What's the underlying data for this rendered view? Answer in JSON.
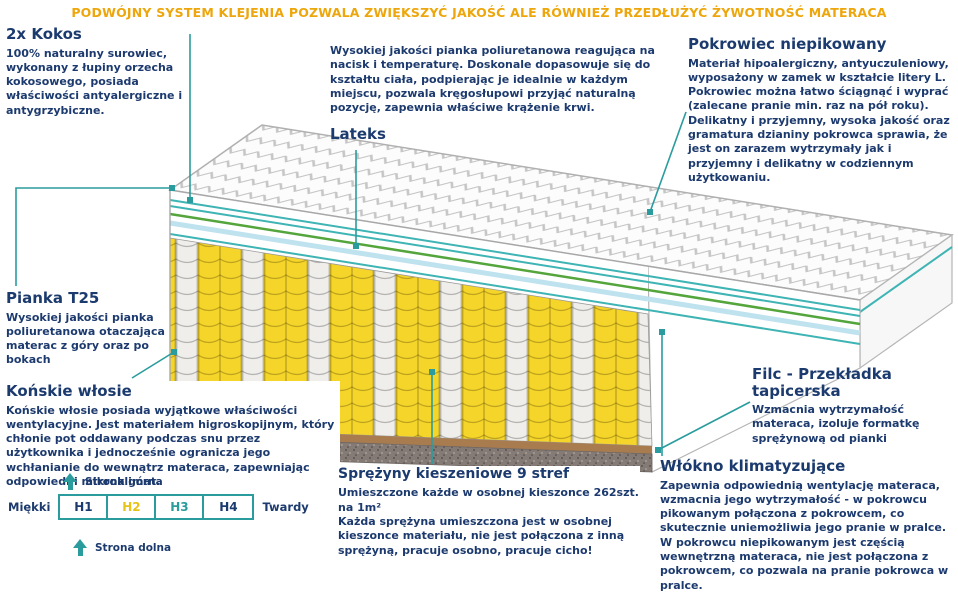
{
  "banner": {
    "text": "PODWÓJNY SYSTEM KLEJENIA POZWALA ZWIĘKSZYĆ JAKOŚĆ ALE RÓWNIEŻ PRZEDŁUŻYĆ ŻYWOTNOŚĆ MATERACA"
  },
  "sections": {
    "kokos": {
      "title": "2x Kokos",
      "body": "100% naturalny surowiec, wykonany z łupiny orzecha kokosowego, posiada właściwości antyalergiczne i antygrzybiczne."
    },
    "visco": {
      "body": "Wysokiej jakości pianka poliuretanowa reagująca na nacisk i temperaturę. Doskonale dopasowuje się do kształtu ciała, podpierając je idealnie w każdym miejscu, pozwala kręgosłupowi przyjąć naturalną pozycję, zapewnia właściwe krążenie krwi.",
      "label": "Lateks"
    },
    "pokrowiec": {
      "title": "Pokrowiec niepikowany",
      "body": "Materiał hipoalergiczny, antyuczuleniowy, wyposażony w zamek w kształcie litery L. Pokrowiec można łatwo ściągnąć i wyprać (zalecane pranie min. raz na pół roku). Delikatny i przyjemny, wysoka jakość oraz gramatura dzianiny pokrowca sprawia, że jest on zarazem wytrzymały jak i przyjemny i delikatny w codziennym użytkowaniu."
    },
    "pianka": {
      "title": "Pianka T25",
      "body": "Wysokiej jakości pianka poliuretanowa otaczająca materac z góry oraz po bokach"
    },
    "konskie": {
      "title": "Końskie włosie",
      "body": "Końskie włosie posiada wyjątkowe właściwości wentylacyjne. Jest materiałem higroskopijnym, który chłonie pot oddawany podczas snu przez użytkownika i jednocześnie ogranicza jego wchłanianie do wewnątrz materaca, zapewniając odpowiedni mikroklimat."
    },
    "sprezyny": {
      "title": "Sprężyny kieszeniowe 9 stref",
      "body": "Umieszczone każde w osobnej kieszonce 262szt. na 1m²\nKażda sprężyna umieszczona jest w osobnej kieszonce materiału, nie jest połączona z inną sprężyną, pracuje osobno, pracuje cicho!"
    },
    "filc": {
      "title": "Filc - Przekładka tapicerska",
      "body": "Wzmacnia wytrzymałość materaca, izoluje formatkę sprężynową od pianki"
    },
    "wlokno": {
      "title": "Włókno klimatyzujące",
      "body": "Zapewnia odpowiednią wentylację materaca, wzmacnia jego wytrzymałość - w pokrowcu pikowanym połączona z pokrowcem, co skutecznie uniemożliwia jego pranie w pralce. W pokrowcu niepikowanym jest częścią wewnętrzną materaca, nie jest połączona z pokrowcem, co pozwala na pranie pokrowca w pralce."
    }
  },
  "orientation": {
    "top_label": "Strona górna",
    "bottom_label": "Strona dolna"
  },
  "hardness_scale": {
    "left_label": "Miękki",
    "right_label": "Twardy",
    "levels": [
      {
        "label": "H1",
        "color": "#1b3a6e"
      },
      {
        "label": "H2",
        "color": "#e7c217"
      },
      {
        "label": "H3",
        "color": "#2a9c9e"
      },
      {
        "label": "H4",
        "color": "#1b3a6e"
      }
    ]
  },
  "colors": {
    "banner_orange": "#eda60b",
    "navy_text": "#1c3a6e",
    "accent_teal": "#2a9c9e",
    "spring_yellow": "#f5d52a",
    "spring_white": "#efeeea",
    "felt_brown": "#a87c4f",
    "latex_green": "#53a53c",
    "airflow_blue": "#bfe2ef"
  }
}
